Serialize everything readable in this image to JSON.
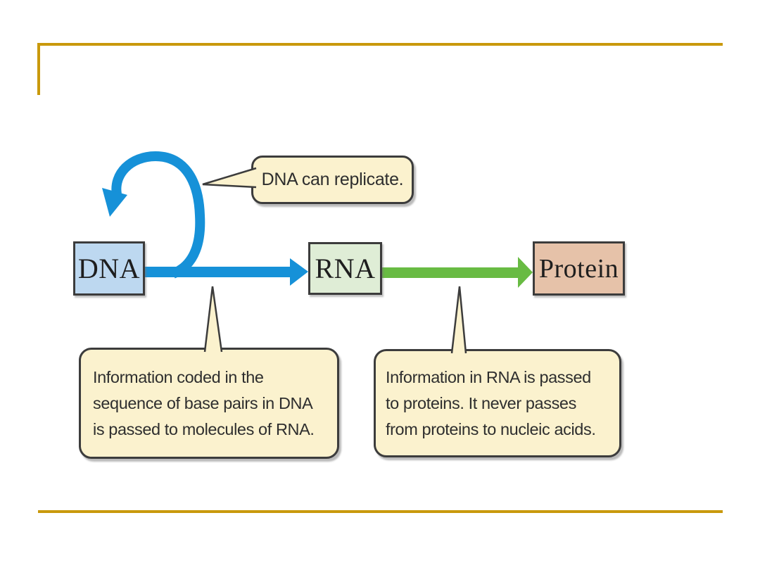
{
  "frame": {
    "accent_color": "#C9990C"
  },
  "diagram": {
    "colors": {
      "replication_blue": "#1691D8",
      "translation_green": "#68BB43",
      "callout_fill": "#FBF2CE",
      "outline": "#3C3C3C",
      "dna_box_fill": "#BDD8F0",
      "rna_box_fill": "#DFEDD6",
      "protein_box_fill": "#E6C2A9"
    },
    "nodes": [
      {
        "label": "DNA"
      },
      {
        "label": "RNA"
      },
      {
        "label": "Protein"
      }
    ],
    "callouts": {
      "replicate": {
        "text": "DNA can replicate."
      },
      "transcription": {
        "lines": [
          "Information coded in the",
          "sequence of base pairs in DNA",
          "is passed to molecules of RNA."
        ]
      },
      "translation": {
        "lines": [
          "Information in RNA is passed",
          "to proteins. It never passes",
          "from proteins to nucleic acids."
        ]
      }
    }
  }
}
